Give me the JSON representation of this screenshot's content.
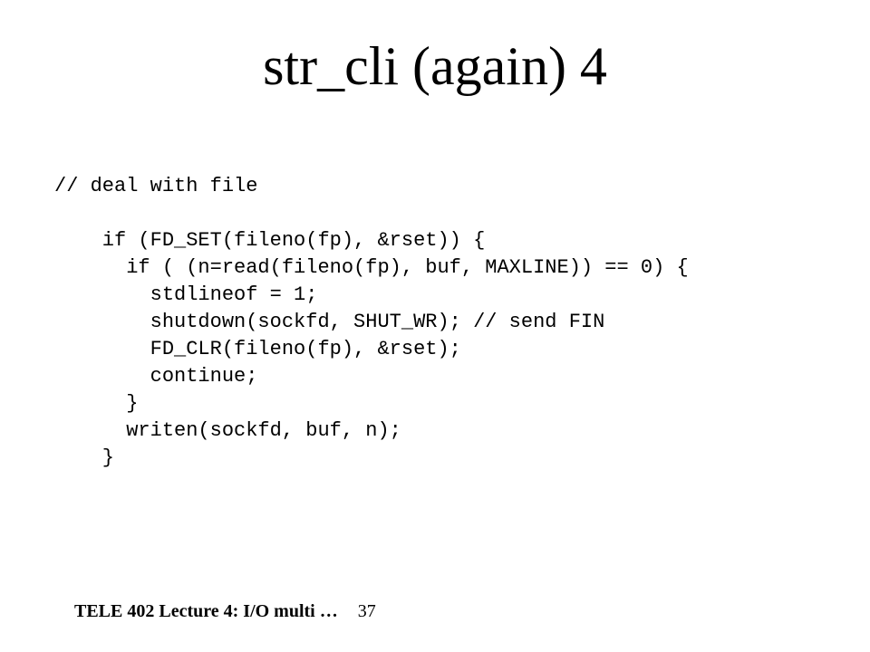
{
  "slide": {
    "title": "str_cli (again) 4",
    "code_lines": [
      "// deal with file",
      "",
      "    if (FD_SET(fileno(fp), &rset)) {",
      "      if ( (n=read(fileno(fp), buf, MAXLINE)) == 0) {",
      "        stdlineof = 1;",
      "        shutdown(sockfd, SHUT_WR); // send FIN",
      "        FD_CLR(fileno(fp), &rset);",
      "        continue;",
      "      }",
      "      writen(sockfd, buf, n);",
      "    }"
    ],
    "footer": {
      "course": "TELE 402 Lecture 4: I/O multi …",
      "page_number": "37"
    }
  }
}
